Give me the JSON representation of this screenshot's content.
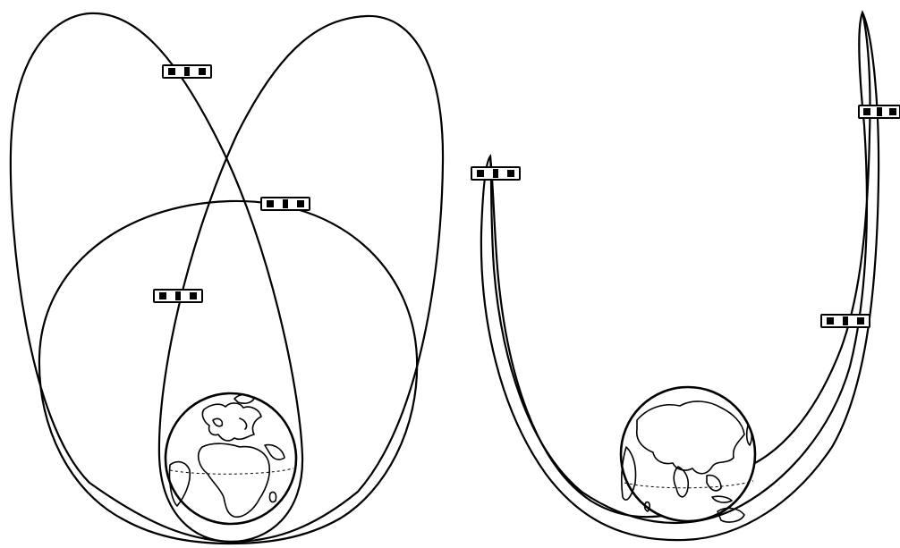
{
  "diagram": {
    "panels": [
      {
        "id": "left",
        "globe_icon": "earth-globe-europe-africa-icon",
        "orbit_count": 3,
        "satellite_count": 3,
        "satellite_icon": "satellite-icon"
      },
      {
        "id": "right",
        "globe_icon": "earth-globe-asia-icon",
        "orbit_count": 2,
        "satellite_count": 3,
        "satellite_icon": "satellite-icon"
      }
    ],
    "colors": {
      "line": "#000000",
      "background": "#ffffff"
    }
  }
}
